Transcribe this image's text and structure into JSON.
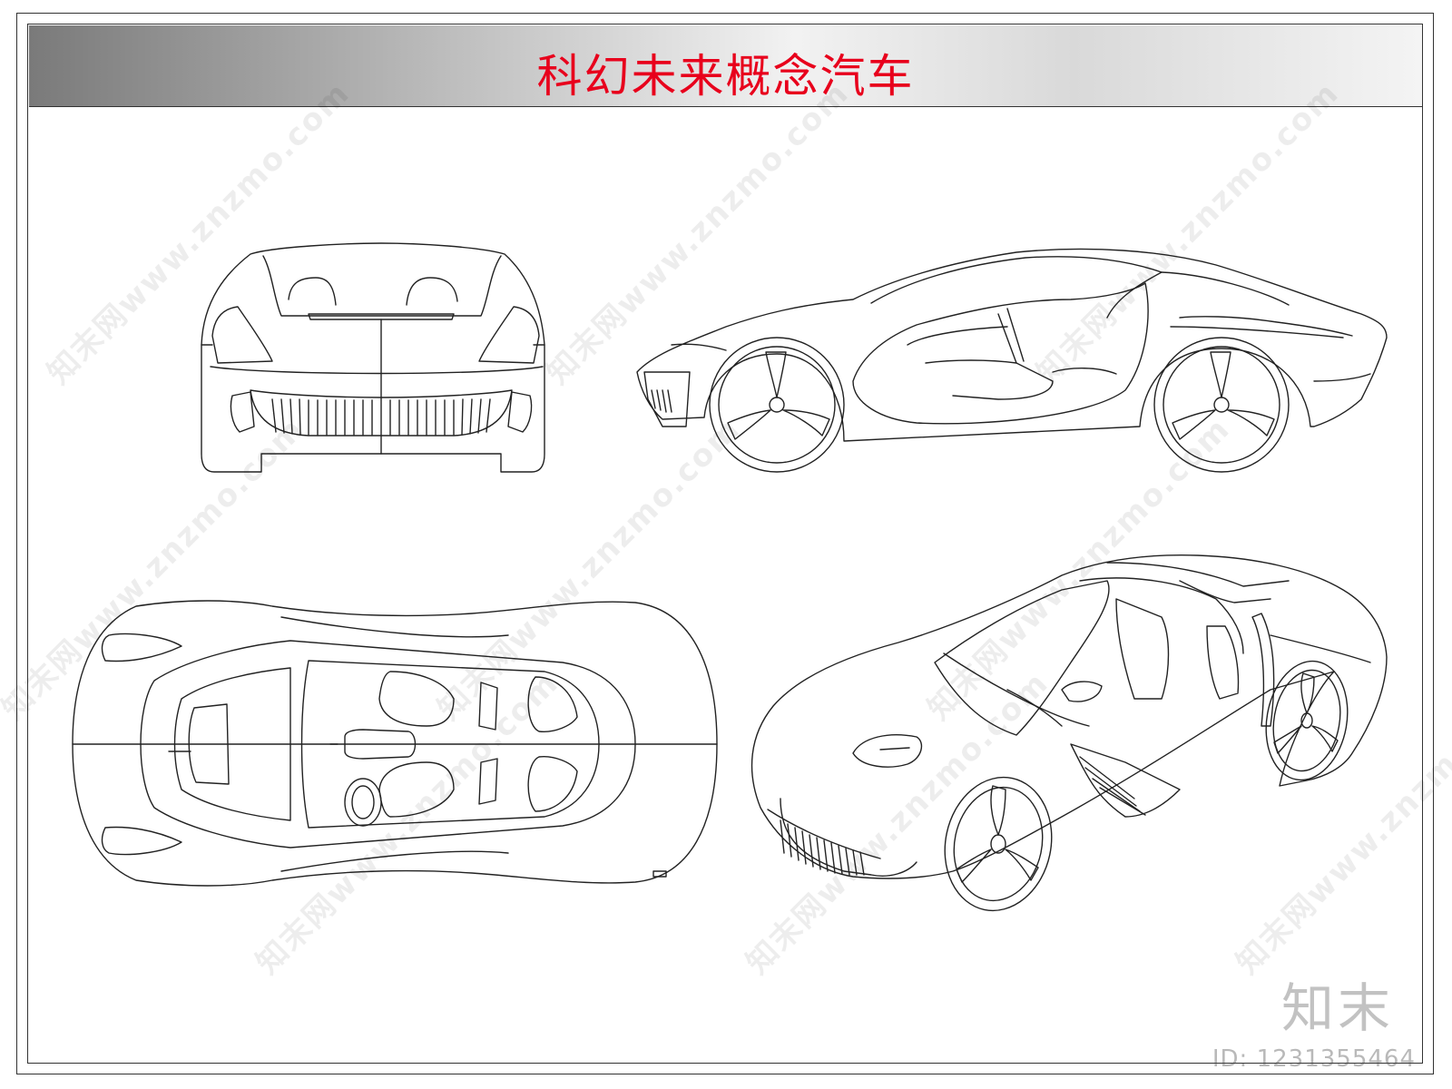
{
  "title": "科幻未来概念汽车",
  "watermark": {
    "text": "知末网www.znzmo.com"
  },
  "brand": {
    "logo_text": "知末",
    "id_text": "ID: 1231355464"
  },
  "views": [
    "front-view",
    "side-view",
    "top-view",
    "perspective-view"
  ],
  "colors": {
    "title": "#e8001c",
    "line": "#222222",
    "watermark": "#000000"
  }
}
